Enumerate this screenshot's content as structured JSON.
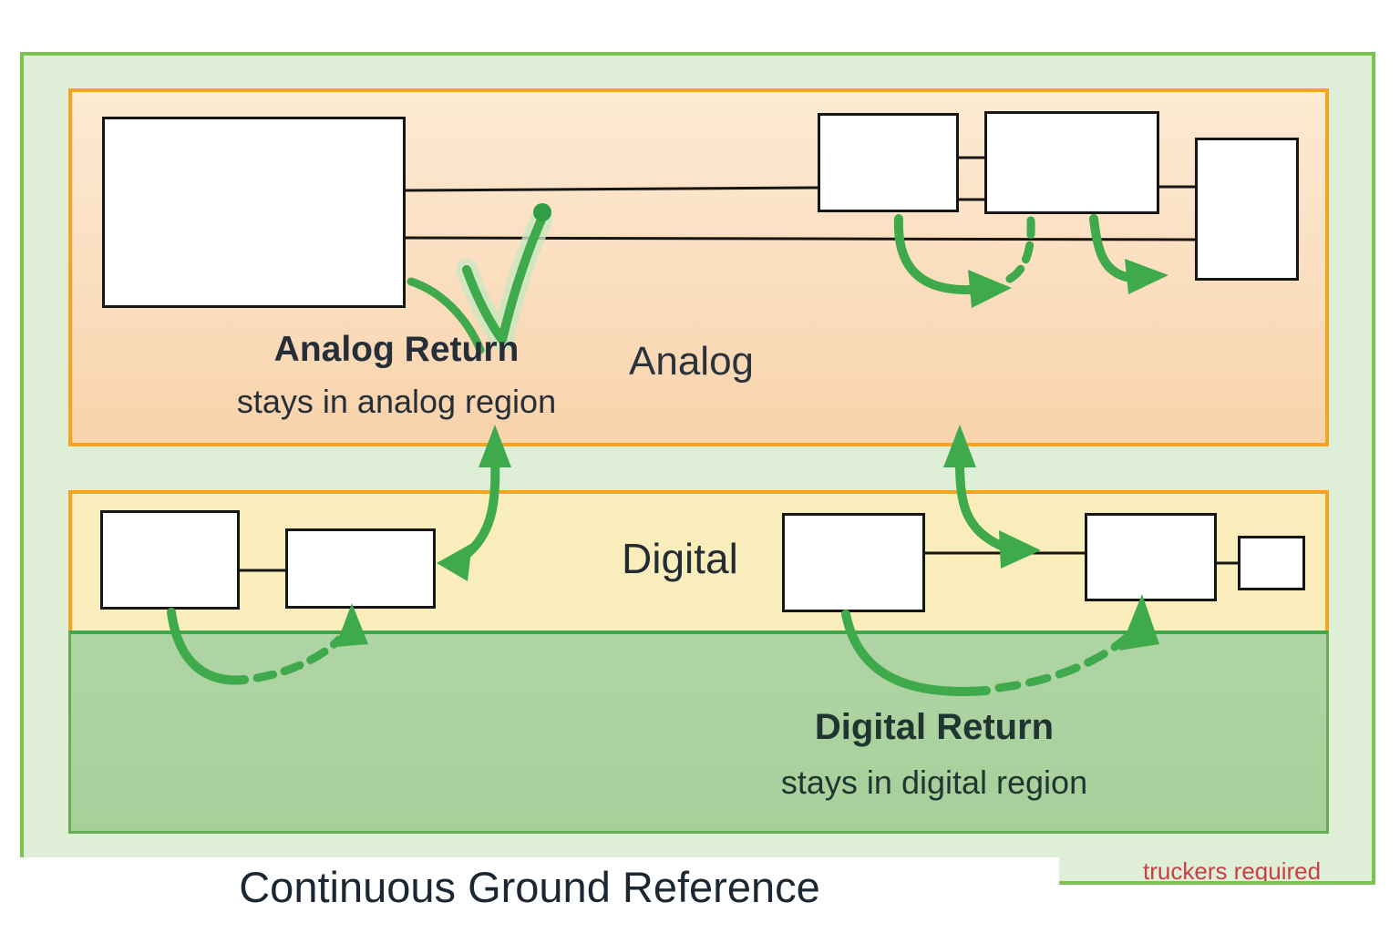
{
  "caption": "Continuous Ground Reference",
  "watermark": "truckers required",
  "regions": {
    "analog": {
      "label": "Analog",
      "return_title": "Analog Return",
      "return_subtitle": "stays in analog region"
    },
    "digital": {
      "label": "Digital",
      "return_title": "Digital Return",
      "return_subtitle": "stays in digital region"
    }
  },
  "colors": {
    "outer_fill": "#dfeed6",
    "outer_border": "#7cc250",
    "analog_fill": "#fbe0c2",
    "region_border": "#f4a41f",
    "digital_fill": "#f9eebb",
    "ground_fill": "#aad2a0",
    "arrow_green": "#3faa4c",
    "box_border": "#161616",
    "text": "#232f38",
    "watermark_red": "#c94043"
  }
}
